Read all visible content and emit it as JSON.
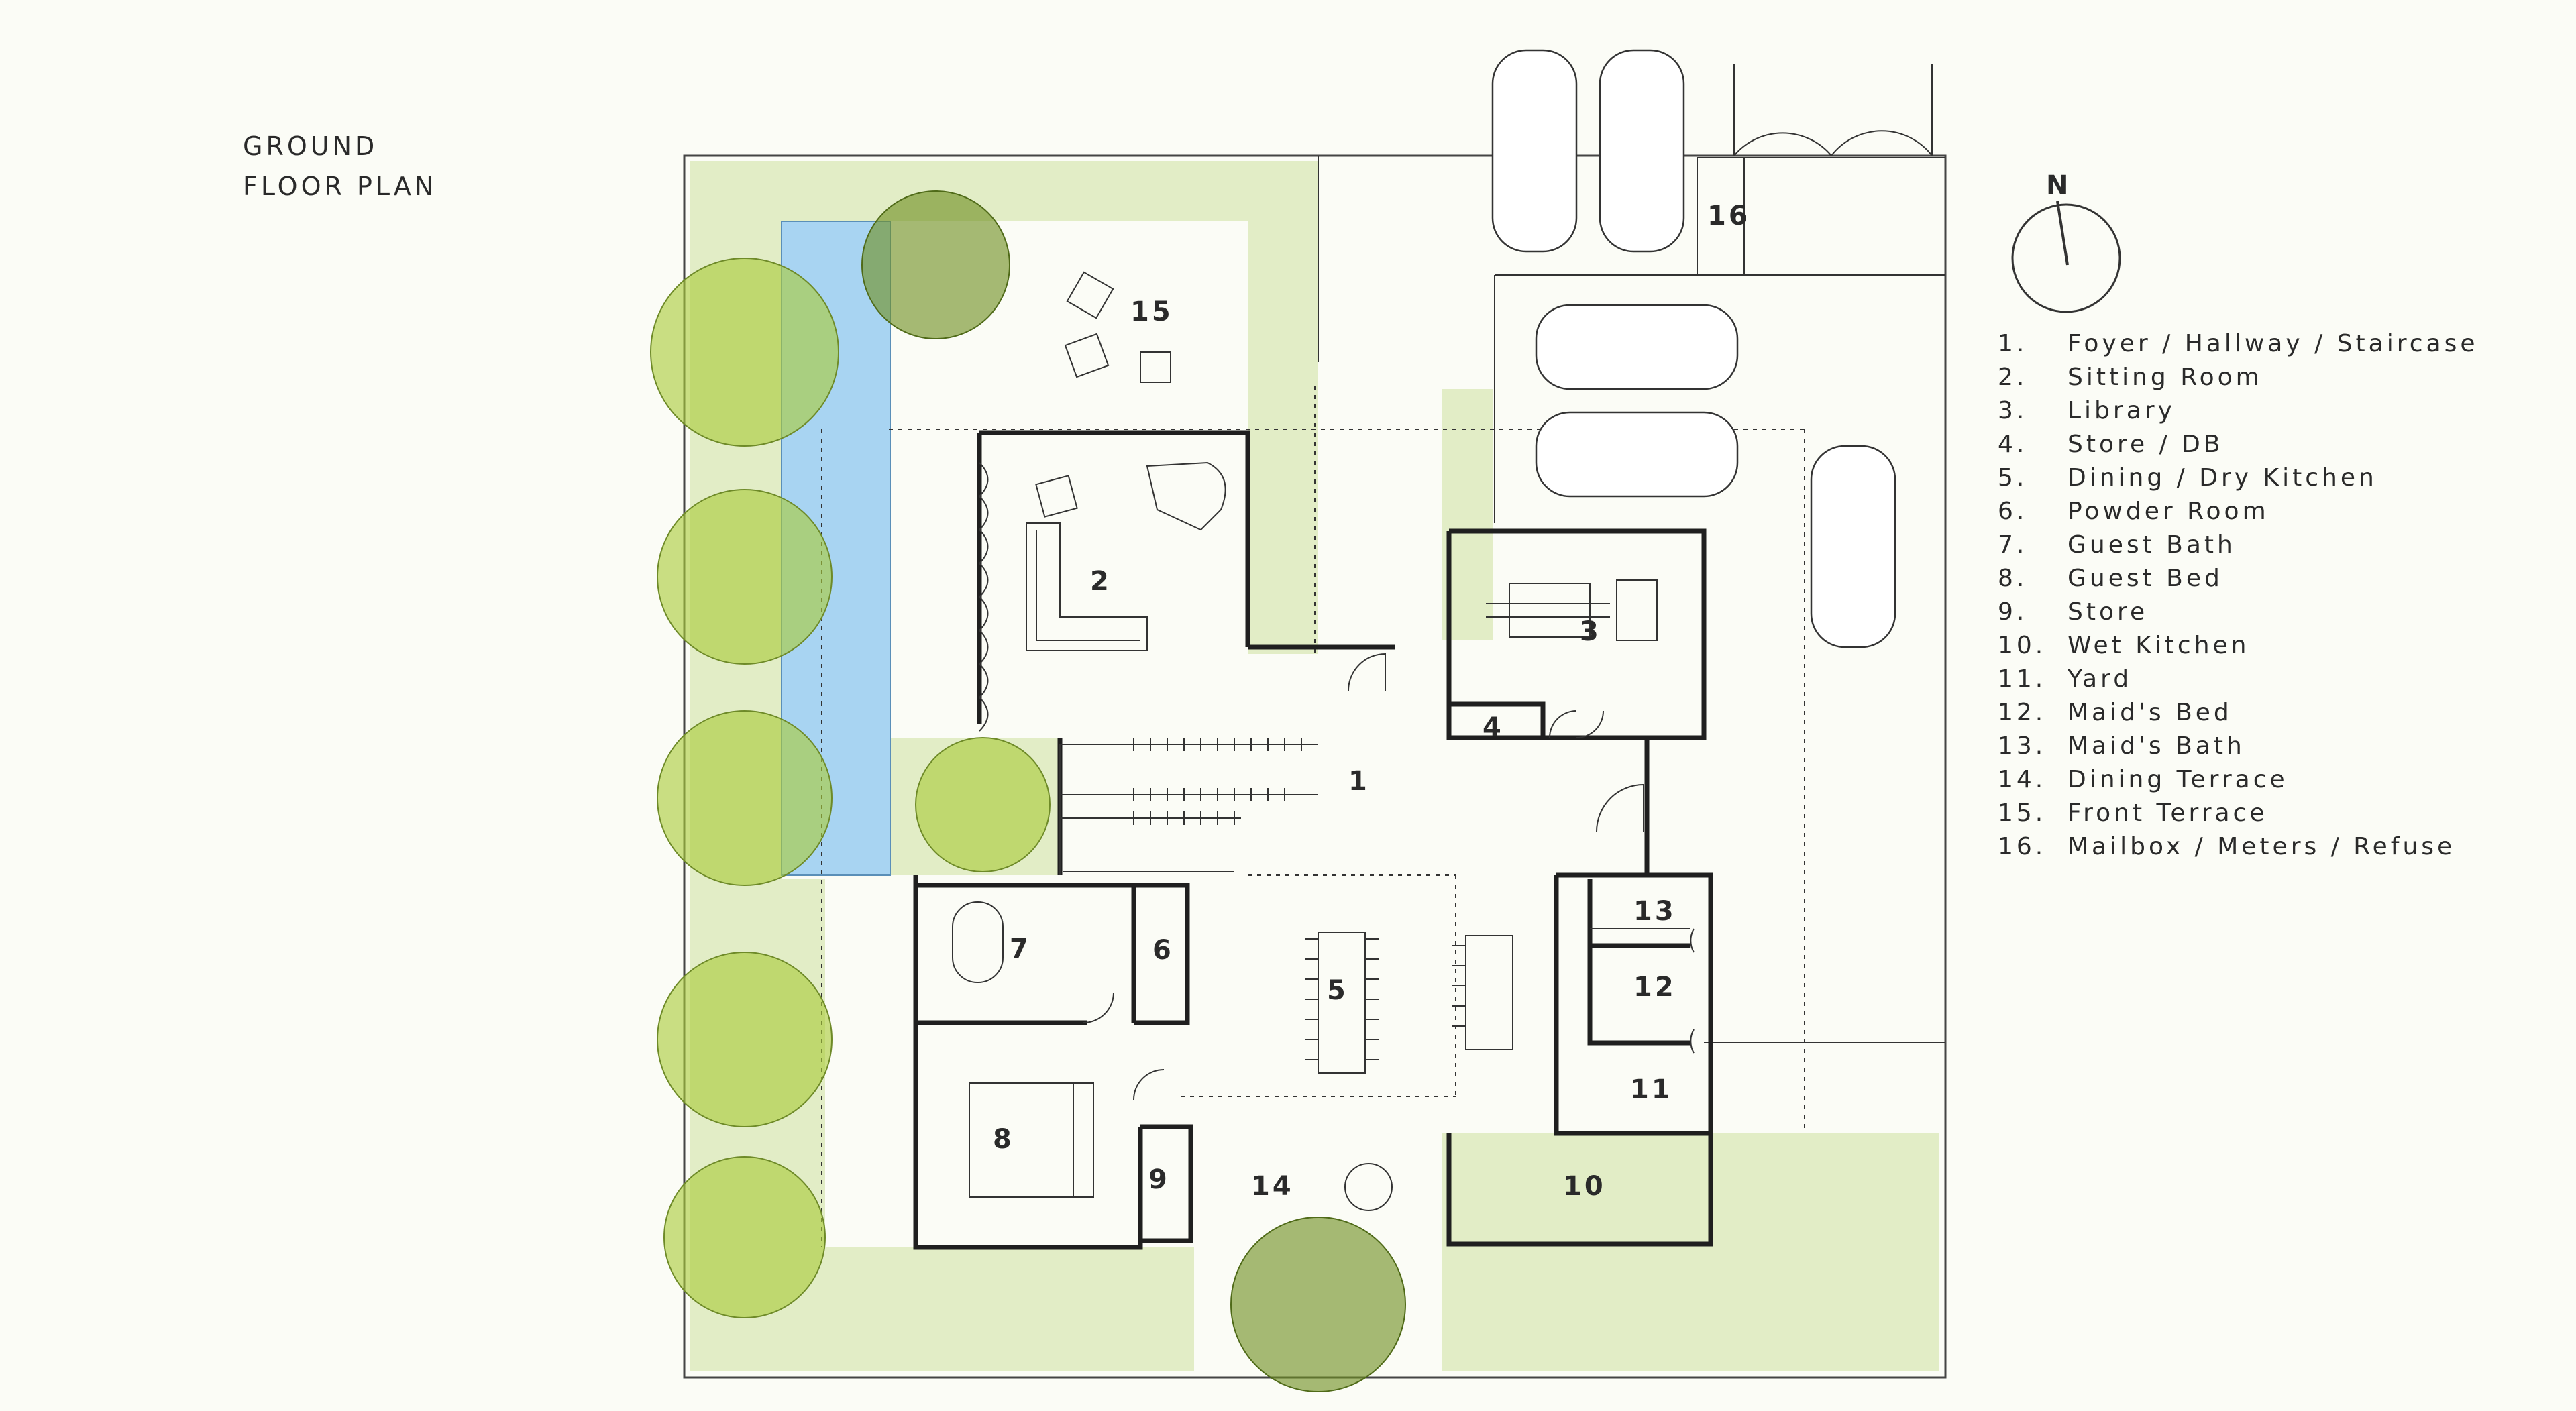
{
  "title": {
    "line1": "GROUND",
    "line2": "FLOOR PLAN"
  },
  "compass": {
    "label": "N"
  },
  "legend": [
    {
      "num": "1.",
      "label": "Foyer / Hallway / Staircase"
    },
    {
      "num": "2.",
      "label": "Sitting Room"
    },
    {
      "num": "3.",
      "label": "Library"
    },
    {
      "num": "4.",
      "label": "Store / DB"
    },
    {
      "num": "5.",
      "label": "Dining / Dry Kitchen"
    },
    {
      "num": "6.",
      "label": "Powder Room"
    },
    {
      "num": "7.",
      "label": "Guest Bath"
    },
    {
      "num": "8.",
      "label": "Guest Bed"
    },
    {
      "num": "9.",
      "label": "Store"
    },
    {
      "num": "10.",
      "label": "Wet Kitchen"
    },
    {
      "num": "11.",
      "label": "Yard"
    },
    {
      "num": "12.",
      "label": "Maid's Bed"
    },
    {
      "num": "13.",
      "label": "Maid's Bath"
    },
    {
      "num": "14.",
      "label": "Dining Terrace"
    },
    {
      "num": "15.",
      "label": "Front Terrace"
    },
    {
      "num": "16.",
      "label": "Mailbox / Meters / Refuse"
    }
  ],
  "room_numbers": {
    "r1": "1",
    "r2": "2",
    "r3": "3",
    "r4": "4",
    "r5": "5",
    "r6": "6",
    "r7": "7",
    "r8": "8",
    "r9": "9",
    "r10": "10",
    "r11": "11",
    "r12": "12",
    "r13": "13",
    "r14": "14",
    "r15": "15",
    "r16": "16"
  },
  "colors": {
    "lawn": "#e2edc6",
    "pool": "#a8d4f2",
    "tree": "#a9cc3a",
    "tree_dark": "#6f8f22",
    "wall": "#1f1f1f"
  }
}
